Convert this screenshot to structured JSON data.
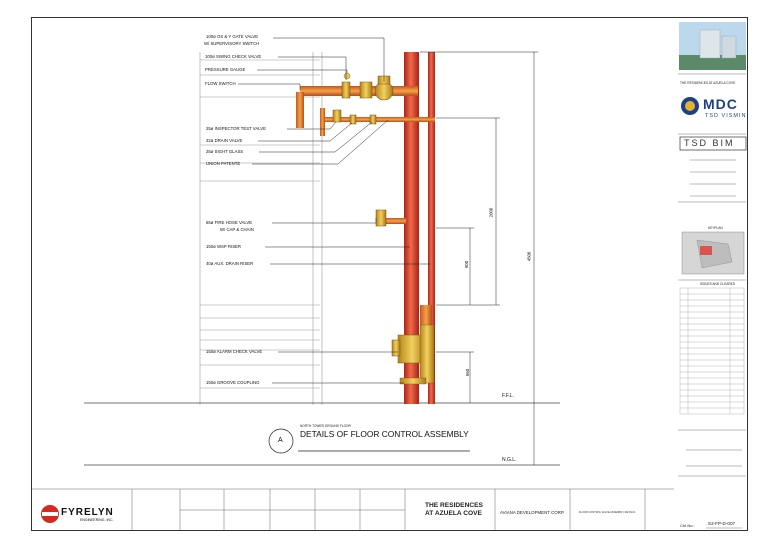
{
  "callouts": {
    "gate_valve_1": "100ø OS & Y GATE VALVE",
    "gate_valve_2": "W/ SUPERVISORY SWITCH",
    "check_valve": "100ø SWING CHECK VALVE",
    "pressure_gauge": "PRESSURE GAUGE",
    "flow_switch": "FLOW SWITCH",
    "inspector_valve": "25ø INSPECTOR TEST VALVE",
    "drain_valve": "32ø DRAIN VALVE",
    "sight_glass": "25ø SIGHT GLASS",
    "union": "UNION PATENTE",
    "hose_valve_1": "65ø FIRE HOSE VALVE",
    "hose_valve_2": "W/ CAP & CHAIN",
    "wsp_riser": "150ø WSP RISER",
    "drain_riser": "40ø AUX. DRAIN RISER",
    "alarm_valve": "150ø ALARM CHECK VALVE",
    "groove_coupling": "150ø GROOVE COUPLING"
  },
  "dimensions": {
    "d_2000": "2000",
    "d_900": "900",
    "d_4500": "4500",
    "d_560": "560"
  },
  "levels": {
    "ffl": "F.F.L.",
    "ngl": "N.G.L."
  },
  "detail": {
    "marker": "A",
    "caption_small": "NORTH TOWER GROUND FLOOR",
    "title": "DETAILS OF FLOOR CONTROL ASSEMBLY"
  },
  "title_block": {
    "project_name": "THE RESIDENCES AT AZUELA COVE",
    "company_logo": "MDC",
    "company_sub": "TSD VISMIN",
    "bim_logo": "TSD BIM",
    "keyplan": "KEYPLAN",
    "issues": "ISSUES AND CLEARED",
    "ctrl_label": "Ctrl No.:",
    "ctrl_value": "S2-FP-D-007"
  },
  "bottom_bar": {
    "contractor": "FYRELYN",
    "contractor_sub": "ENGINEERING, INC.",
    "project_line1": "THE RESIDENCES",
    "project_line2": "AT AZUELA COVE",
    "owner": "AVIANA DEVELOPMENT CORP.",
    "sheet_desc": "FLOOR CONTROL VALVE ASSEMBLY DETAILS"
  },
  "colors": {
    "pipe_red": "#e0453e",
    "pipe_orange": "#f08a3a",
    "valve_yellow": "#e0b430",
    "brand_red": "#d42a1f",
    "mdc_blue": "#1f3f86"
  }
}
